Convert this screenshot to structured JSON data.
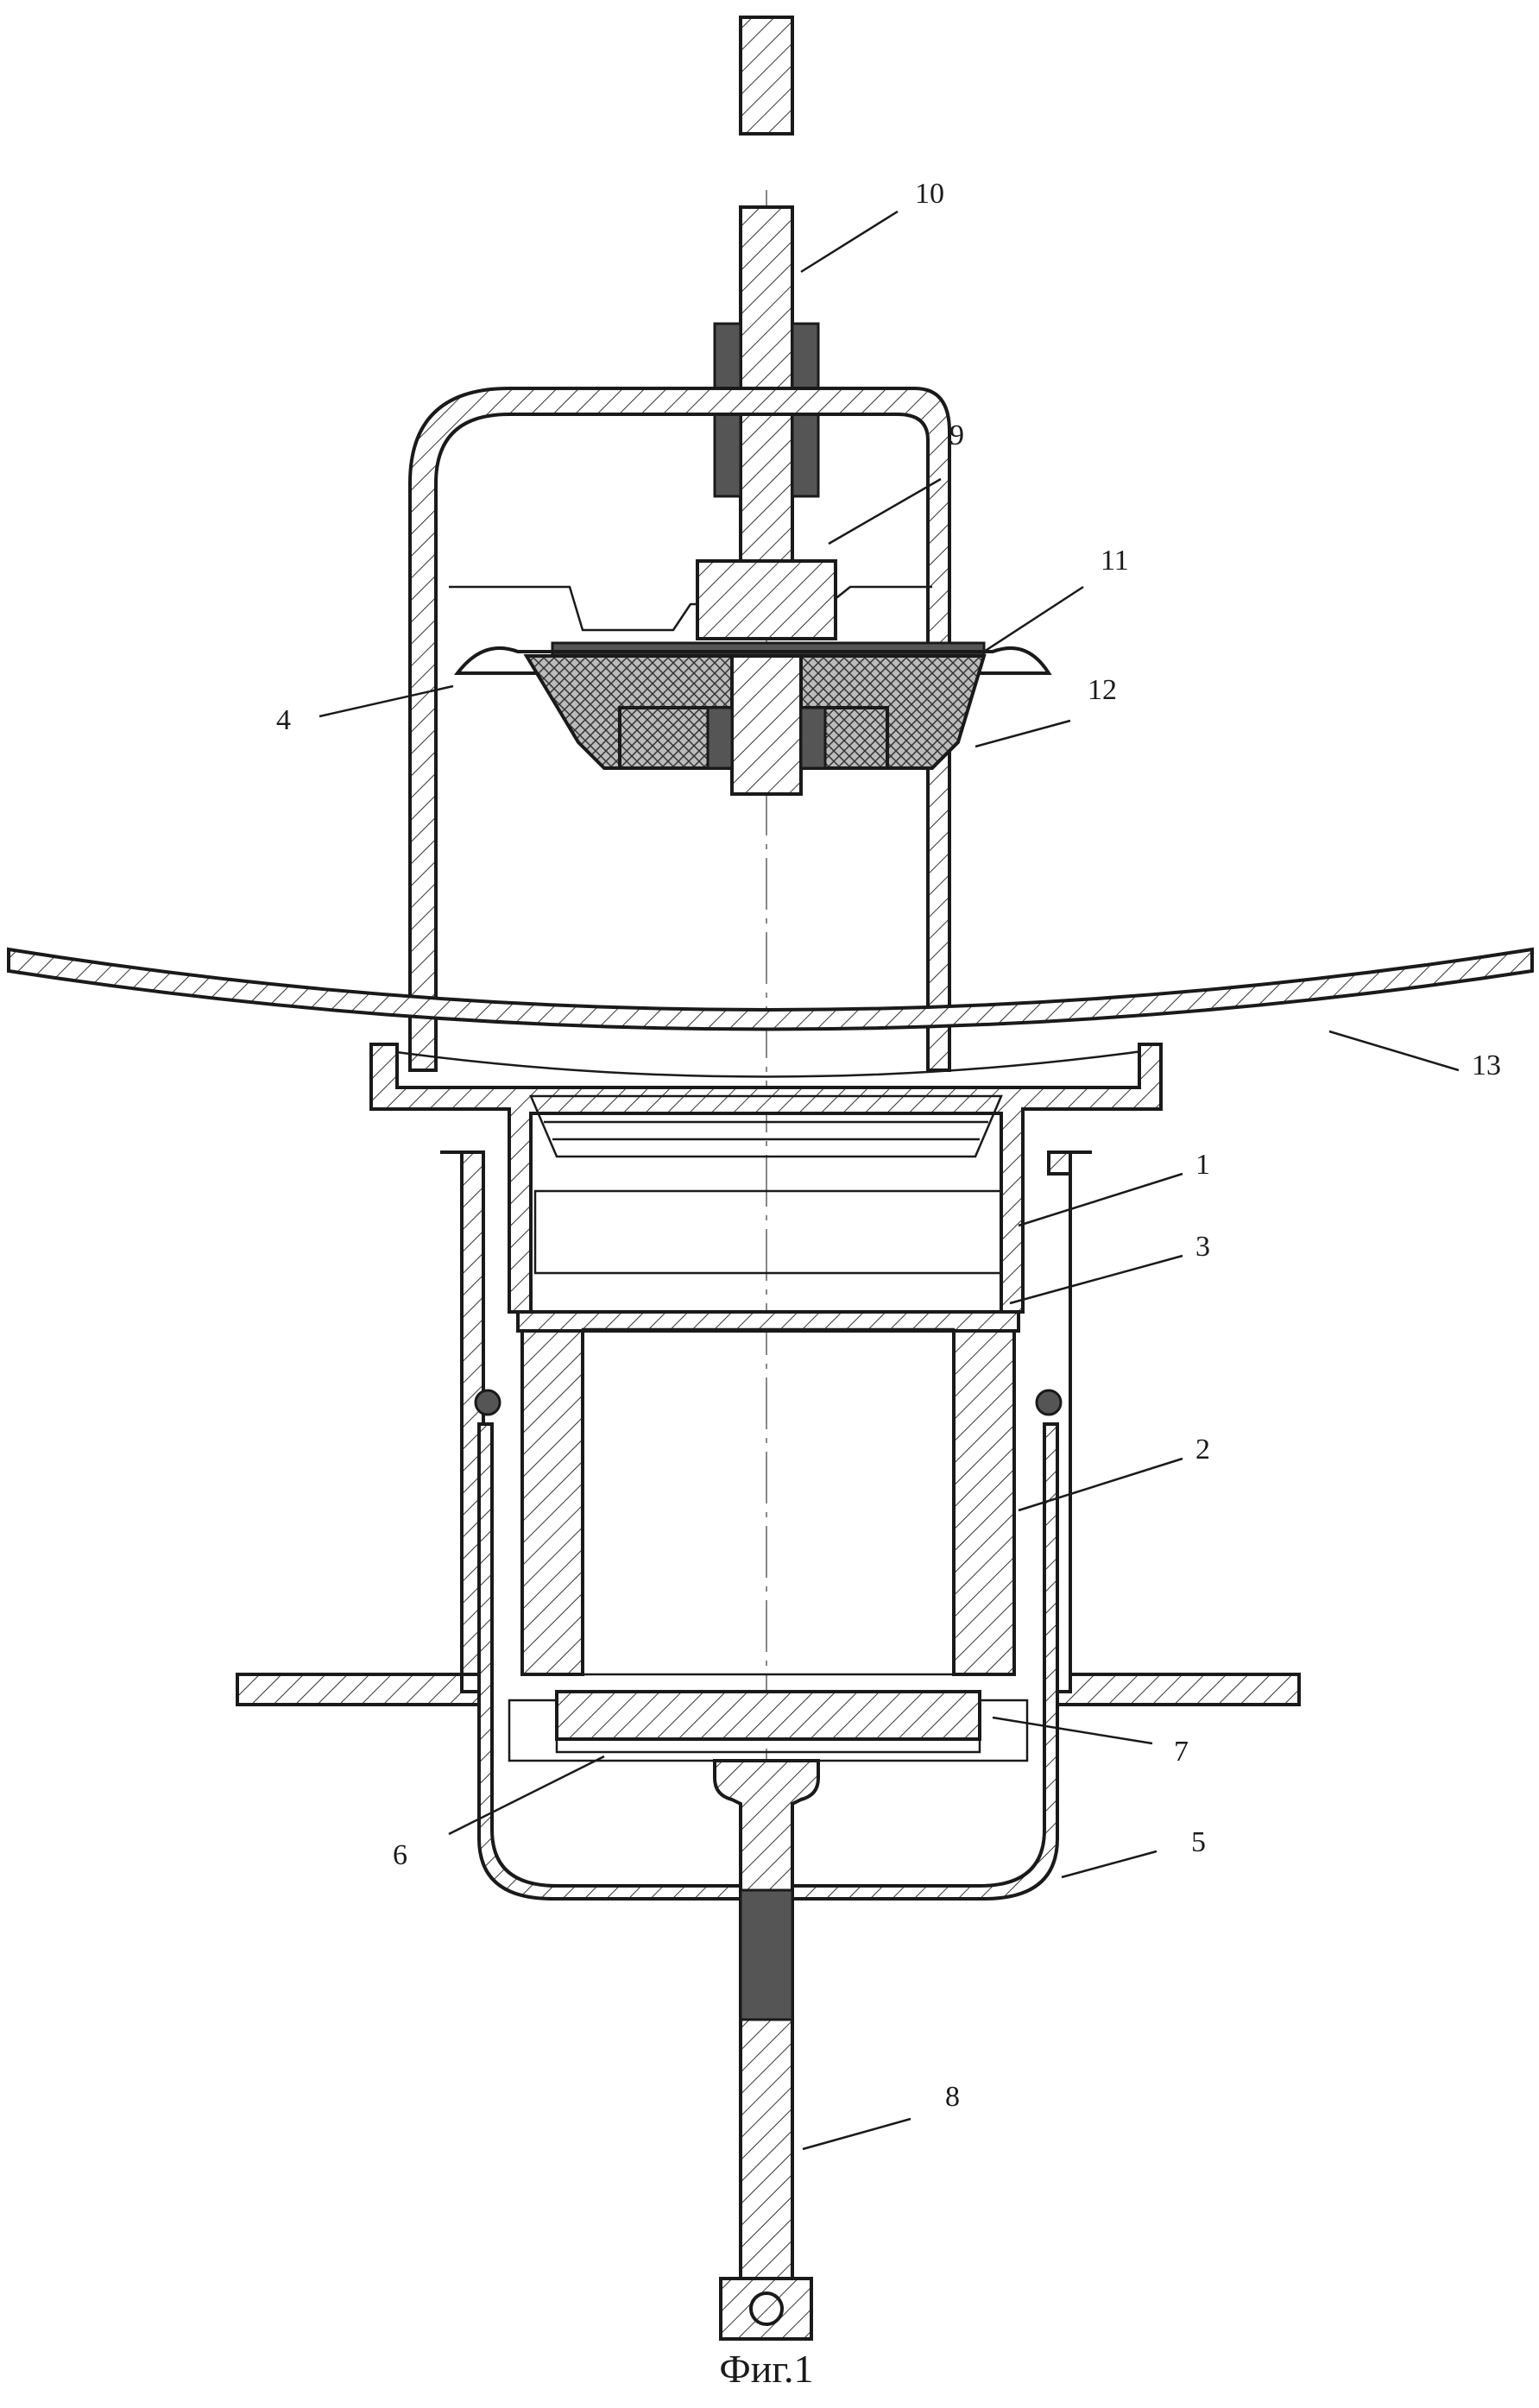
{
  "figure": {
    "caption": "Фиг.1",
    "labels": [
      {
        "id": "10",
        "text": "10"
      },
      {
        "id": "9",
        "text": "9"
      },
      {
        "id": "11",
        "text": "11"
      },
      {
        "id": "4",
        "text": "4"
      },
      {
        "id": "12",
        "text": "12"
      },
      {
        "id": "13",
        "text": "13"
      },
      {
        "id": "1",
        "text": "1"
      },
      {
        "id": "3",
        "text": "3"
      },
      {
        "id": "2",
        "text": "2"
      },
      {
        "id": "7",
        "text": "7"
      },
      {
        "id": "6",
        "text": "6"
      },
      {
        "id": "5",
        "text": "5"
      },
      {
        "id": "8",
        "text": "8"
      }
    ]
  }
}
